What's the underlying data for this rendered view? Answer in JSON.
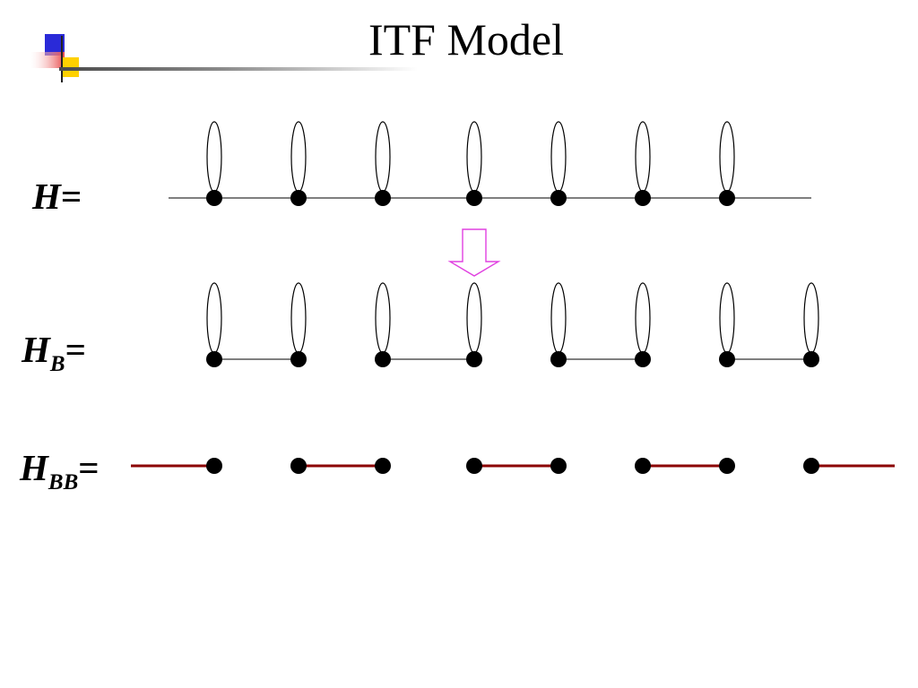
{
  "title": "ITF Model",
  "colors": {
    "chain_line": "#555555",
    "dot": "#000000",
    "arrow": "#e040e0",
    "bb_line": "#8b0000",
    "logo_blue": "#2a2ad8",
    "logo_red": "#e84a4a",
    "logo_yellow": "#ffd100"
  },
  "rows": [
    {
      "id": "H",
      "label_main": "H",
      "label_sub": "",
      "label_eq": "="
    },
    {
      "id": "HB",
      "label_main": "H",
      "label_sub": "B",
      "label_eq": "="
    },
    {
      "id": "HBB",
      "label_main": "H",
      "label_sub": "BB",
      "label_eq": "="
    }
  ]
}
